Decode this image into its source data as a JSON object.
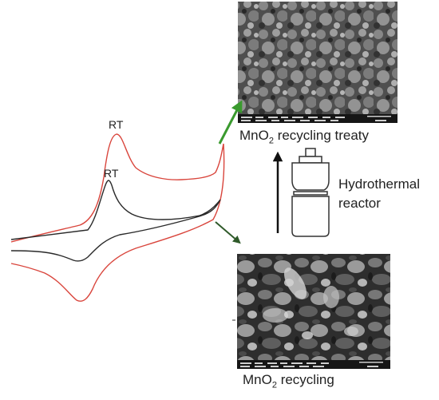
{
  "labels": {
    "rt_outer": "RT",
    "rt_inner": "RT",
    "reactor_line1": "Hydrothermal",
    "reactor_line2": "reactor",
    "top_caption": {
      "prefix": "MnO",
      "sub": "2",
      "suffix": " recycling treaty"
    },
    "bottom_caption": {
      "prefix": "MnO",
      "sub": "2",
      "suffix": " recycling"
    }
  },
  "colors": {
    "red_curve": "#d9453c",
    "black_curve": "#2a2a2a",
    "green_arrow": "#3a9a2e",
    "dark_green_arrow": "#2f5a2a"
  },
  "icons": {
    "reactor": "hydrothermal-reactor-icon",
    "process_arrow": "up-arrow-icon"
  }
}
